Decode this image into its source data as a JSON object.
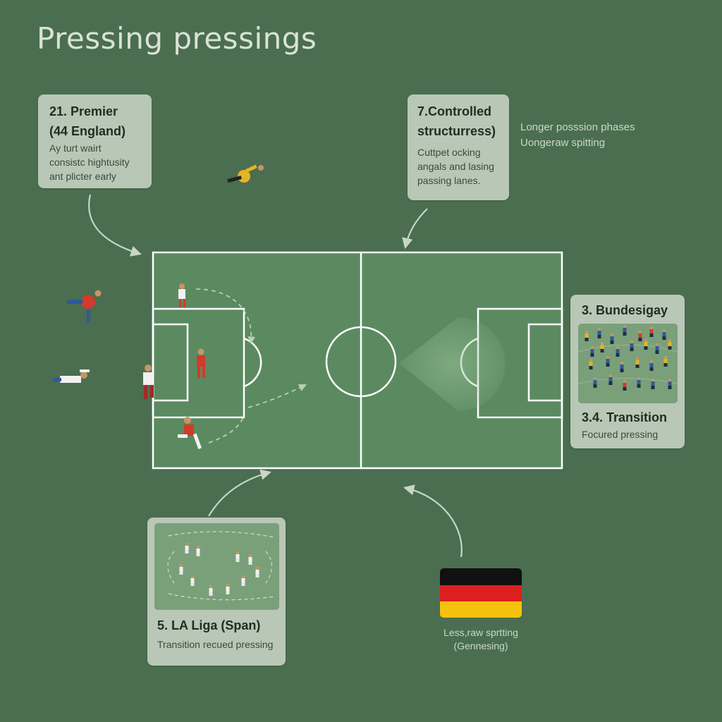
{
  "title": "Pressing pressings",
  "cards": {
    "premier": {
      "title_line1": "21. Premier",
      "title_line2": "(44 England)",
      "body_line1": "Ay turt wairt",
      "body_line2": "consistc hightusity",
      "body_line3": "ant plicter early"
    },
    "controlled": {
      "title_line1": "7.Controlled",
      "title_line2": "structurress)",
      "body_line1": "Cuttpet ocking",
      "body_line2": "angals and lasing",
      "body_line3": "passing lanes."
    },
    "bundesliga": {
      "title": "3. Bundesigay",
      "subtitle": "3.4. Transition",
      "body": "Focured pressing"
    },
    "laliga": {
      "title": "5. LA Liga (Span)",
      "body": "Transition recued pressing"
    }
  },
  "side_notes": {
    "line1": "Longer posssion phases",
    "line2": "Uongeraw spitting"
  },
  "flag_caption": {
    "line1": "Less,raw sprtting",
    "line2": "(Gennesing)"
  },
  "colors": {
    "background": "#4a6e4f",
    "pitch": "#5b8a60",
    "lines": "#ffffff",
    "card": "#b9c7b6",
    "team_red": "#d23a2e",
    "team_blue": "#2e5a9c",
    "team_yellow": "#e2b526",
    "flag_black": "#111111",
    "flag_red": "#dd1f1f",
    "flag_gold": "#f4c20d"
  }
}
